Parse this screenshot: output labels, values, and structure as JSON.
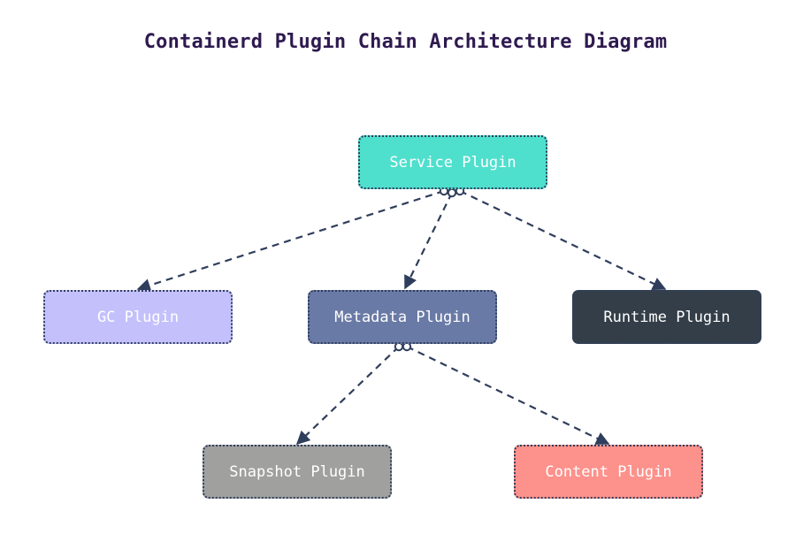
{
  "title": "Containerd Plugin Chain Architecture Diagram",
  "colors": {
    "title": "#2e1a4f",
    "edge": "#2f3e5c",
    "node_border": "#2f3e5c"
  },
  "nodes": [
    {
      "id": "service",
      "label": "Service Plugin",
      "fill": "#4fdfcd"
    },
    {
      "id": "gc",
      "label": "GC Plugin",
      "fill": "#c3c0fc"
    },
    {
      "id": "metadata",
      "label": "Metadata Plugin",
      "fill": "#6a7aa6"
    },
    {
      "id": "runtime",
      "label": "Runtime Plugin",
      "fill": "#343e48"
    },
    {
      "id": "snapshot",
      "label": "Snapshot Plugin",
      "fill": "#a0a09f"
    },
    {
      "id": "content",
      "label": "Content Plugin",
      "fill": "#fd918b"
    }
  ],
  "edges": [
    {
      "from": "service",
      "to": "gc",
      "style": "dashed",
      "tail": "circle",
      "head": "arrow"
    },
    {
      "from": "service",
      "to": "metadata",
      "style": "dashed",
      "tail": "circle",
      "head": "arrow"
    },
    {
      "from": "service",
      "to": "runtime",
      "style": "dashed",
      "tail": "circle",
      "head": "arrow"
    },
    {
      "from": "metadata",
      "to": "snapshot",
      "style": "dashed",
      "tail": "circle",
      "head": "arrow"
    },
    {
      "from": "metadata",
      "to": "content",
      "style": "dashed",
      "tail": "circle",
      "head": "arrow"
    }
  ]
}
